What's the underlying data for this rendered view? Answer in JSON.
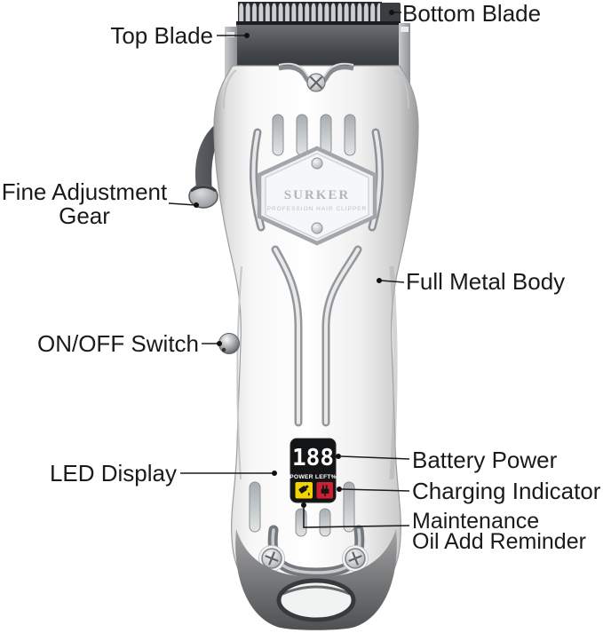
{
  "brand": {
    "name": "SURKER",
    "tagline": "PROFESSION HAIR CLIPPER"
  },
  "led_display": {
    "value": "188",
    "label": "POWER LEFT%",
    "icons": [
      "oil-can-icon",
      "power-plug-icon"
    ],
    "colors": {
      "display_background": "#131416",
      "digits": "#ffffff",
      "oil_badge": "#f2d500",
      "charge_badge": "#ce1f2e"
    }
  },
  "callouts": {
    "top_blade": "Top Blade",
    "bottom_blade": "Bottom Blade",
    "fine_adjustment_gear_line1": "Fine Adjustment",
    "fine_adjustment_gear_line2": "Gear",
    "full_metal_body": "Full Metal Body",
    "on_off_switch": "ON/OFF Switch",
    "led_display": "LED Display",
    "battery_power": "Battery Power",
    "charging_indicator": "Charging Indicator",
    "maintenance_line1": "Maintenance",
    "maintenance_line2": "Oil Add Reminder"
  }
}
